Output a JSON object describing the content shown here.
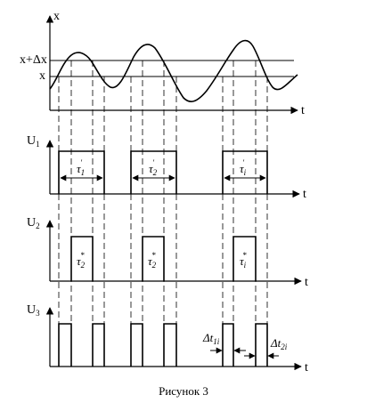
{
  "axes": {
    "x_label": "x",
    "t_label": "t",
    "level_upper": "x+Δx",
    "level_lower": "x"
  },
  "u1": {
    "label": "U",
    "label_sub": "1",
    "pulses": [
      {
        "tau": "τ",
        "sub": "1",
        "mark": "'"
      },
      {
        "tau": "τ",
        "sub": "2",
        "mark": "'"
      },
      {
        "tau": "τ",
        "sub": "i",
        "mark": "'"
      }
    ]
  },
  "u2": {
    "label": "U",
    "label_sub": "2",
    "pulses": [
      {
        "tau": "τ",
        "sub": "2",
        "mark": "*"
      },
      {
        "tau": "τ",
        "sub": "2",
        "mark": "*"
      },
      {
        "tau": "τ",
        "sub": "i",
        "mark": "*"
      }
    ]
  },
  "u3": {
    "label": "U",
    "label_sub": "3",
    "delta1": "Δt",
    "delta1_sub": "1i",
    "delta2": "Δt",
    "delta2_sub": "2i"
  },
  "caption": "Рисунок 3"
}
